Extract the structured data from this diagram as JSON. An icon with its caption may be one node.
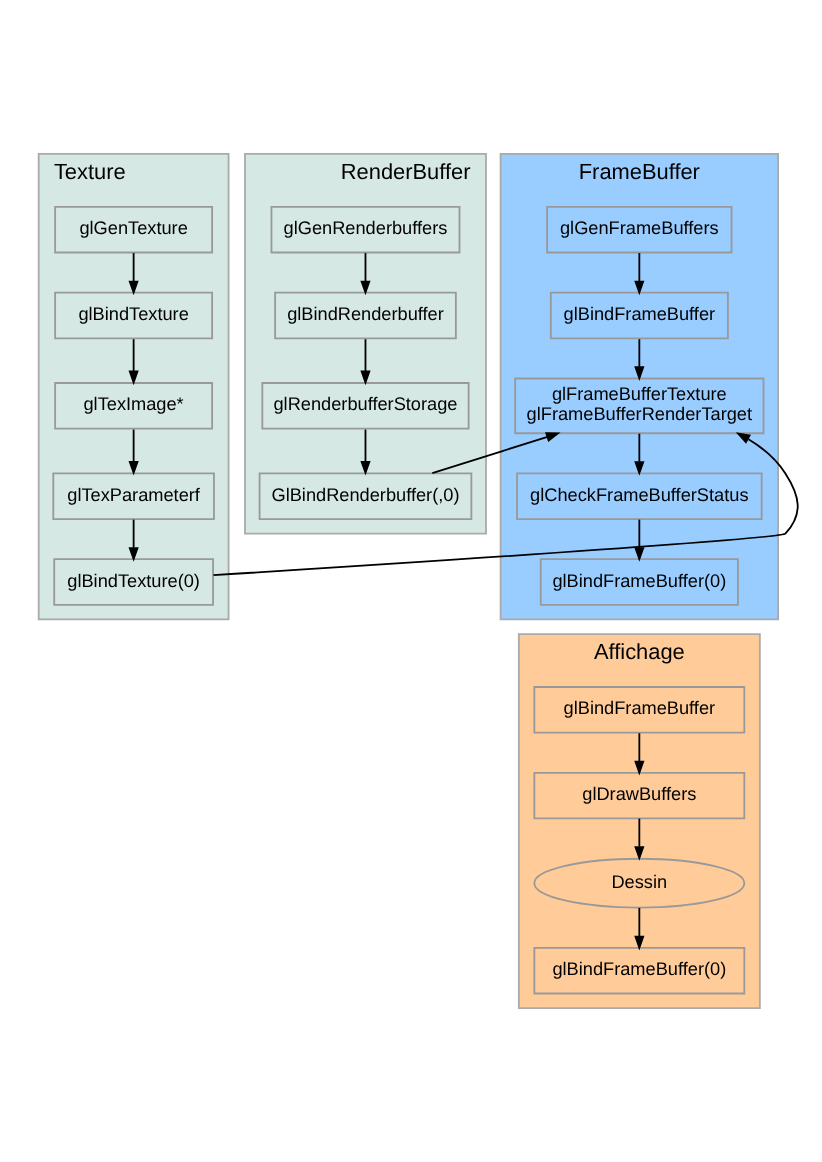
{
  "diagram": {
    "nodes": [
      {
        "text": [
          "Texture"
        ]
      },
      {
        "text": [
          "glGenTexture"
        ],
        "in": 0
      },
      {
        "text": [
          "glBindTexture"
        ],
        "in": 0
      },
      {
        "text": [
          "glTexImage*"
        ],
        "in": 0
      },
      {
        "text": [
          "glTexParameterf"
        ],
        "in": 0
      },
      {
        "text": [
          "glBindTexture(0)"
        ],
        "in": 0
      },
      {
        "text": [
          "FrameBuffer"
        ]
      },
      {
        "text": [
          "glGenFrameBuffers"
        ],
        "in": 6
      },
      {
        "text": [
          "glBindFrameBuffer"
        ],
        "in": 6
      },
      {
        "text": [
          "glFrameBufferTexture",
          "glFrameBufferRenderTarget"
        ],
        "in": 6
      },
      {
        "text": [
          "glCheckFrameBufferStatus"
        ],
        "in": 6
      },
      {
        "text": [
          "glBindFrameBuffer(0)"
        ],
        "in": 6
      },
      {
        "text": [
          "RenderBuffer"
        ]
      },
      {
        "text": [
          "glGenRenderbuffers"
        ],
        "in": 12
      },
      {
        "text": [
          "glBindRenderbuffer"
        ],
        "in": 12
      },
      {
        "text": [
          "glRenderbufferStorage"
        ],
        "in": 12
      },
      {
        "text": [
          "GlBindRenderbuffer(,0)"
        ],
        "in": 12
      },
      {
        "text": [
          "Affichage"
        ]
      },
      {
        "text": [
          "glBindFrameBuffer"
        ],
        "in": 17
      },
      {
        "text": [
          "glDrawBuffers"
        ],
        "in": 17
      },
      {
        "text": [
          "Dessin"
        ],
        "in": 17
      },
      {
        "text": [
          "glBindFrameBuffer(0)"
        ],
        "in": 17
      }
    ],
    "edges": [
      {
        "from": 1,
        "to": 2,
        "arrow": "to"
      },
      {
        "from": 2,
        "to": 3,
        "arrow": "to"
      },
      {
        "from": 3,
        "to": 4,
        "arrow": "to"
      },
      {
        "from": 4,
        "to": 5,
        "arrow": "to"
      },
      {
        "from": 7,
        "to": 8,
        "arrow": "to"
      },
      {
        "from": 8,
        "to": 9,
        "arrow": "to"
      },
      {
        "from": 9,
        "to": 10,
        "arrow": "to"
      },
      {
        "from": 10,
        "to": 11,
        "arrow": "to"
      },
      {
        "from": 13,
        "to": 14,
        "arrow": "to"
      },
      {
        "from": 14,
        "to": 15,
        "arrow": "to"
      },
      {
        "from": 15,
        "to": 16,
        "arrow": "to"
      },
      {
        "from": 5,
        "to": 9,
        "arrow": "to"
      },
      {
        "from": 16,
        "to": 9,
        "arrow": "to"
      },
      {
        "from": 18,
        "to": 19,
        "arrow": "to"
      },
      {
        "from": 19,
        "to": 20,
        "arrow": "to"
      },
      {
        "from": 20,
        "to": 21,
        "arrow": "to"
      }
    ]
  }
}
